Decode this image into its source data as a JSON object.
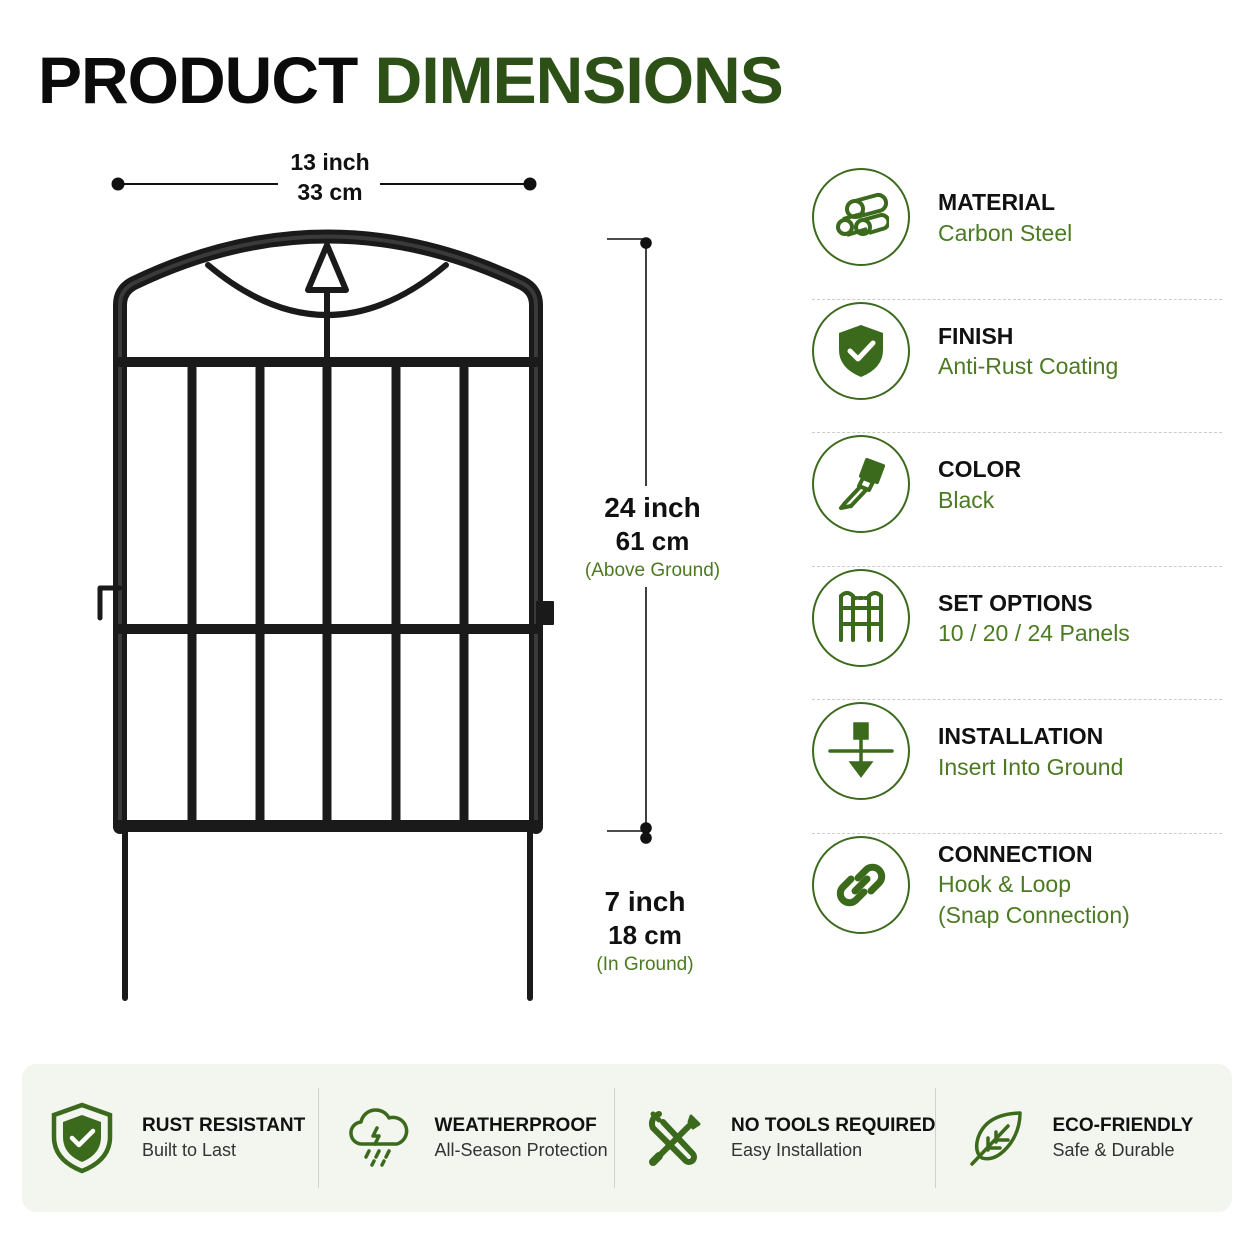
{
  "header": {
    "title_part1": "PRODUCT",
    "title_part2": "DIMENSIONS"
  },
  "dimensions": {
    "width": {
      "inch": "13 inch",
      "cm": "33 cm"
    },
    "height": {
      "inch": "24 inch",
      "cm": "61 cm",
      "note": "(Above Ground)"
    },
    "ground": {
      "inch": "7 inch",
      "cm": "18 cm",
      "note": "(In Ground)"
    }
  },
  "specs": [
    {
      "icon": "steel-pipes-icon",
      "label": "MATERIAL",
      "value": "Carbon Steel"
    },
    {
      "icon": "shield-check-icon",
      "label": "FINISH",
      "value": "Anti-Rust Coating"
    },
    {
      "icon": "paint-brush-icon",
      "label": "COLOR",
      "value": "Black"
    },
    {
      "icon": "fence-panels-icon",
      "label": "SET OPTIONS",
      "value": "10 / 20 / 24 Panels"
    },
    {
      "icon": "stake-into-ground-icon",
      "label": "INSTALLATION",
      "value": "Insert Into Ground"
    },
    {
      "icon": "chain-link-icon",
      "label": "CONNECTION",
      "value": "Hook & Loop",
      "value2": "(Snap Connection)"
    }
  ],
  "features": [
    {
      "icon": "shield-check-icon",
      "label": "RUST RESISTANT",
      "sub": "Built to Last"
    },
    {
      "icon": "rain-cloud-icon",
      "label": "WEATHERPROOF",
      "sub": "All-Season Protection"
    },
    {
      "icon": "wrench-screwdriver-icon",
      "label": "NO TOOLS REQUIRED",
      "sub": "Easy Installation"
    },
    {
      "icon": "leaf-icon",
      "label": "ECO-FRIENDLY",
      "sub": "Safe & Durable"
    }
  ],
  "colors": {
    "accent": "#2d5016",
    "accent_text": "#4c7a22",
    "bar_bg": "#f3f5ef"
  }
}
